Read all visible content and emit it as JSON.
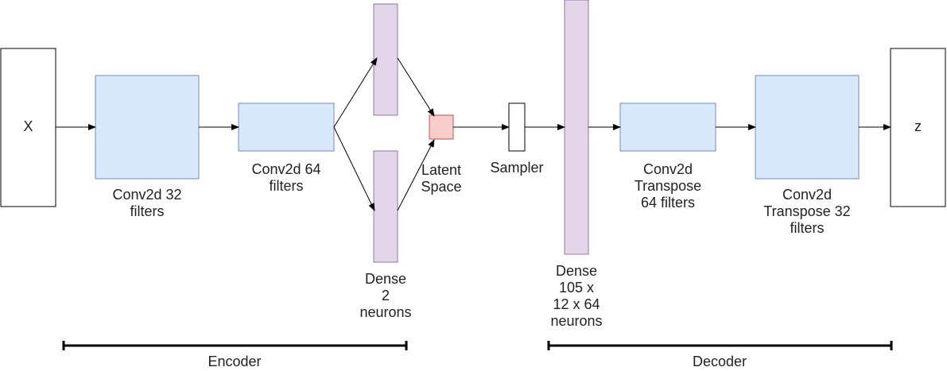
{
  "colors": {
    "conv_fill": "#dae8fc",
    "conv_stroke": "#6c8ebf",
    "dense_fill": "#e1d5e7",
    "dense_stroke": "#9673a6",
    "latent_fill": "#f8cecc",
    "latent_stroke": "#b85450",
    "line": "#000000",
    "text": "#222222"
  },
  "nodes": {
    "input": "X",
    "output": "z",
    "conv1": "Conv2d 32\nfilters",
    "conv2": "Conv2d 64\nfilters",
    "dense2": "Dense\n2\nneurons",
    "latent": "Latent\nSpace",
    "sampler": "Sampler",
    "dense_big": "Dense\n105 x\n12 x 64\nneurons",
    "convT64": "Conv2d\nTranspose\n64 filters",
    "convT32": "Conv2d\nTranspose 32\nfilters"
  },
  "sections": {
    "encoder": "Encoder",
    "decoder": "Decoder"
  }
}
